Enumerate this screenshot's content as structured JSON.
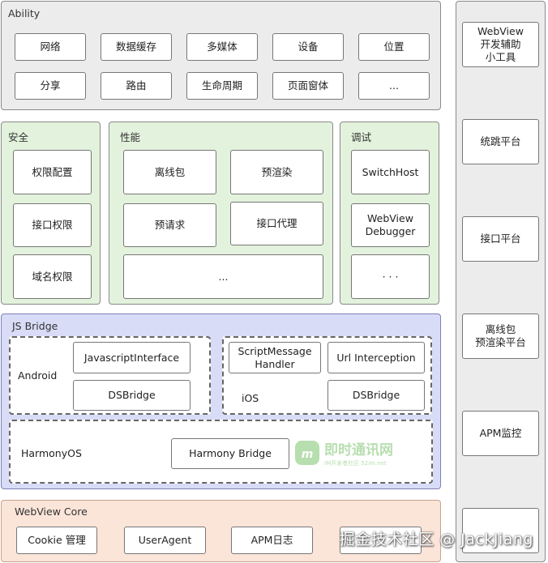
{
  "ability": {
    "title": "Ability",
    "items": [
      "网络",
      "数据缓存",
      "多媒体",
      "设备",
      "位置",
      "分享",
      "路由",
      "生命周期",
      "页面窗体",
      "..."
    ]
  },
  "security": {
    "title": "安全",
    "items": [
      "权限配置",
      "接口权限",
      "域名权限"
    ]
  },
  "performance": {
    "title": "性能",
    "items": [
      "离线包",
      "预渲染",
      "预请求",
      "接口代理",
      "..."
    ]
  },
  "debug": {
    "title": "调试",
    "items": [
      "SwitchHost",
      "WebView\nDebugger",
      "· · ·"
    ]
  },
  "jsbridge": {
    "title": "JS Bridge",
    "android": {
      "label": "Android",
      "items": [
        "JavascriptInterface",
        "DSBridge"
      ]
    },
    "ios": {
      "label": "iOS",
      "items": [
        "ScriptMessage\nHandler",
        "Url Interception",
        "DSBridge"
      ]
    },
    "harmony": {
      "label": "HarmonyOS",
      "items": [
        "Harmony Bridge"
      ]
    }
  },
  "core": {
    "title": "WebView Core",
    "items": [
      "Cookie 管理",
      "UserAgent",
      "APM日志"
    ]
  },
  "sidebar": {
    "items": [
      "WebView\n开发辅助\n小工具",
      "统跳平台",
      "接口平台",
      "离线包\n预渲染平台",
      "APM监控",
      ""
    ]
  },
  "watermark": {
    "logo_main": "即时通讯网",
    "logo_sub": "IM开发者社区 52im.net",
    "text": "掘金技术社区 @ JackJiang"
  },
  "colors": {
    "logo_green": "#7ec46e"
  }
}
